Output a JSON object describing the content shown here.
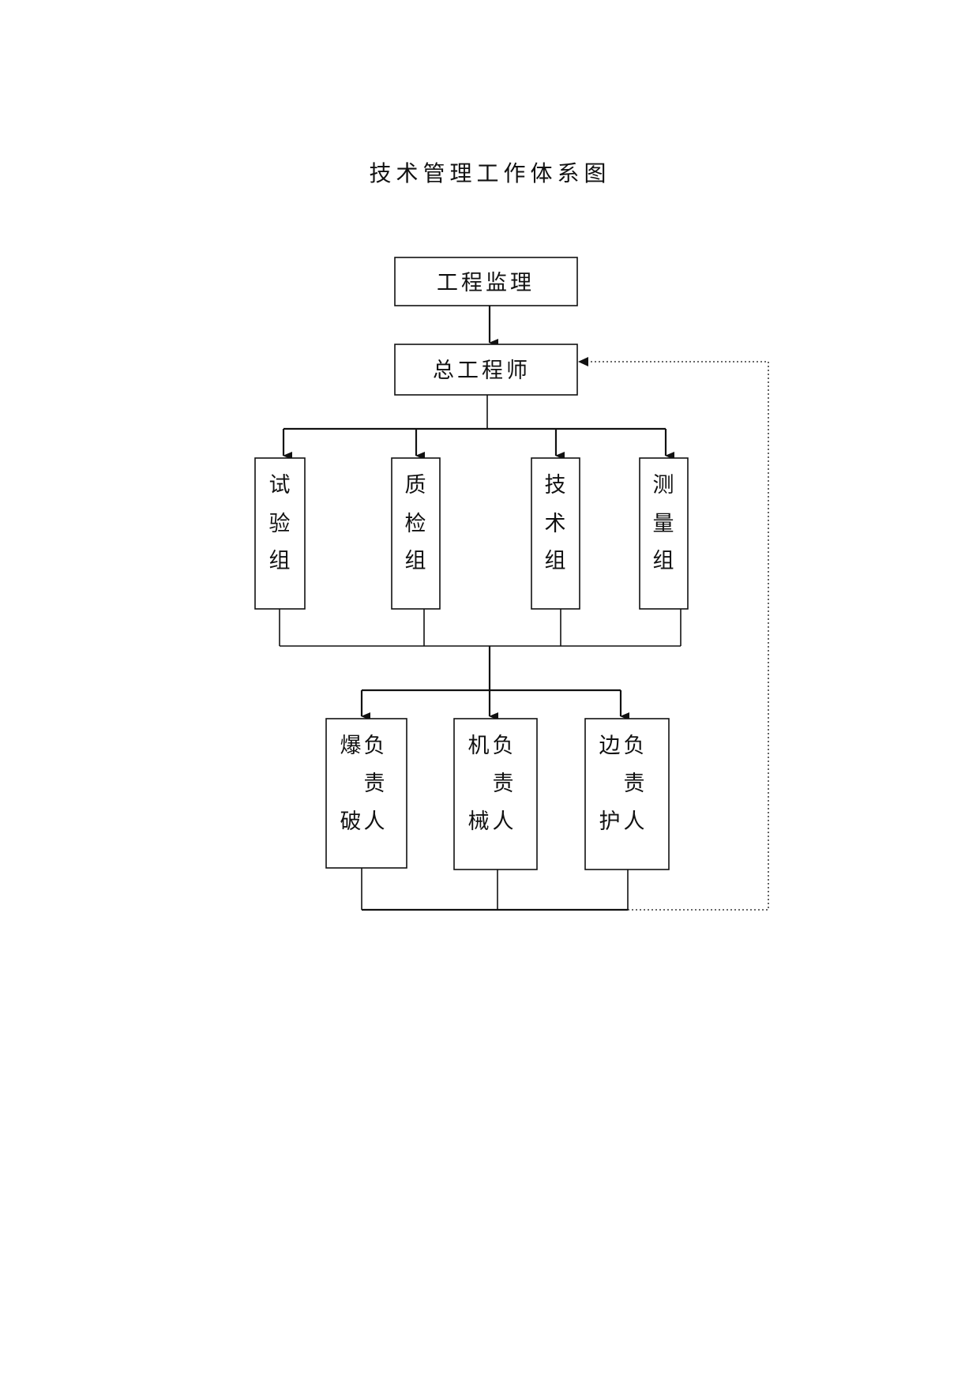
{
  "title": "技术管理工作体系图",
  "nodes": {
    "supervision": "工程监理",
    "chief_engineer": "总工程师",
    "groups": [
      {
        "id": "test",
        "chars": [
          "试",
          "验",
          "组"
        ]
      },
      {
        "id": "quality",
        "chars": [
          "质",
          "检",
          "组"
        ]
      },
      {
        "id": "technical",
        "chars": [
          "技",
          "术",
          "组"
        ]
      },
      {
        "id": "survey",
        "chars": [
          "测",
          "量",
          "组"
        ]
      }
    ],
    "responsibles": [
      {
        "id": "blasting",
        "left": [
          "爆",
          "破"
        ],
        "right": [
          "负",
          "责",
          "人"
        ]
      },
      {
        "id": "machinery",
        "left": [
          "机",
          "械"
        ],
        "right": [
          "负",
          "责",
          "人"
        ]
      },
      {
        "id": "slope",
        "left": [
          "边",
          "护"
        ],
        "right": [
          "负",
          "责",
          "人"
        ]
      }
    ]
  }
}
